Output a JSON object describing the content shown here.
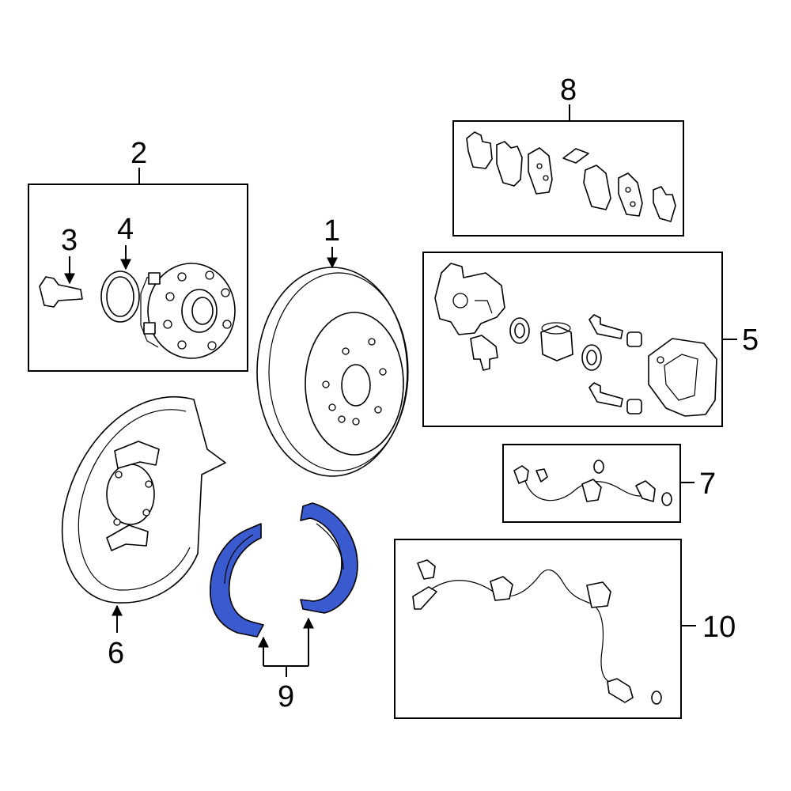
{
  "callouts": {
    "c1": "1",
    "c2": "2",
    "c3": "3",
    "c4": "4",
    "c5": "5",
    "c6": "6",
    "c7": "7",
    "c8": "8",
    "c9": "9",
    "c10": "10"
  },
  "highlight_color": "#3a5bd0"
}
